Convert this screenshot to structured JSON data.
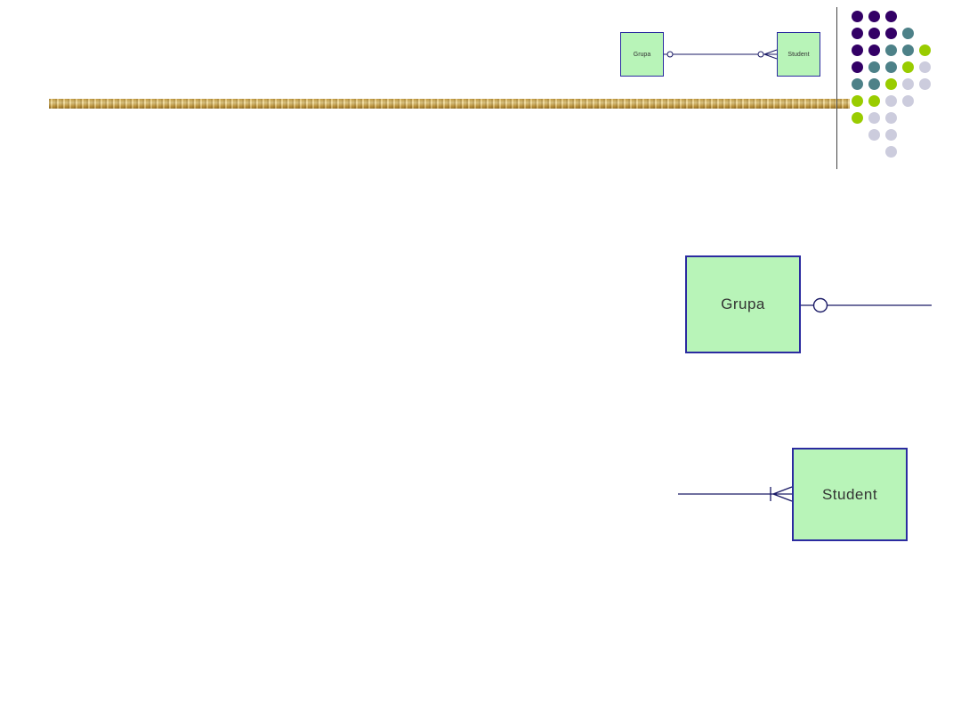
{
  "slide": {
    "background": "#ffffff"
  },
  "colors": {
    "slide_bg": "#ffffff",
    "entity_fill": "#b8f4b8",
    "entity_border": "#2b2ba0",
    "connector": "#1a1a66",
    "label_color": "#333333",
    "vertical_line": "#444444",
    "divider_gold": "#c9a14b"
  },
  "mini_diagram": {
    "grupa_label": "Grupa",
    "student_label": "Student"
  },
  "large_diagram": {
    "grupa_label": "Grupa",
    "student_label": "Student"
  },
  "decoration": {
    "dot_grid": {
      "spacing": 19,
      "size": 13,
      "colors": {
        "P": "#330066",
        "T": "#4d8188",
        "G": "#99cc00",
        "L": "#ccccdd"
      },
      "rows": [
        [
          "P",
          "P",
          "P",
          null,
          null
        ],
        [
          "P",
          "P",
          "P",
          "T",
          null
        ],
        [
          "P",
          "P",
          "T",
          "T",
          "G"
        ],
        [
          "P",
          "T",
          "T",
          "G",
          "L"
        ],
        [
          "T",
          "T",
          "G",
          "L",
          "L"
        ],
        [
          "G",
          "G",
          "L",
          "L",
          null
        ],
        [
          "G",
          "L",
          "L",
          null,
          null
        ],
        [
          null,
          "L",
          "L",
          null,
          null
        ],
        [
          null,
          null,
          "L",
          null,
          null
        ]
      ]
    }
  }
}
